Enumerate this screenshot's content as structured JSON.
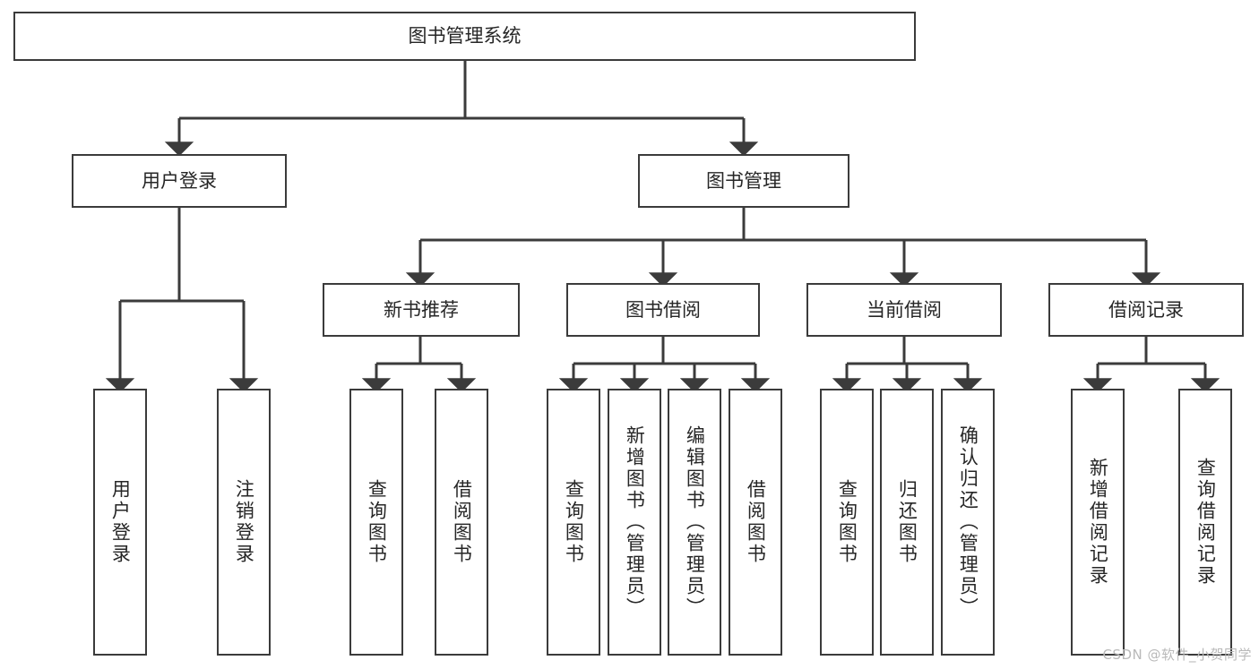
{
  "diagram": {
    "title": "图书管理系统",
    "watermark": "CSDN @软件_小贺同学",
    "colors": {
      "stroke": "#3b3b3b",
      "text": "#262626",
      "background": "#ffffff",
      "watermark": "#b9b9b9"
    },
    "root": {
      "label": "图书管理系统"
    },
    "level2": [
      {
        "label": "用户登录"
      },
      {
        "label": "图书管理"
      }
    ],
    "level3": [
      {
        "label": "新书推荐"
      },
      {
        "label": "图书借阅"
      },
      {
        "label": "当前借阅"
      },
      {
        "label": "借阅记录"
      }
    ],
    "leaves": {
      "user_login": [
        {
          "label": "用户登录"
        },
        {
          "label": "注销登录"
        }
      ],
      "new_book_recommend": [
        {
          "label": "查询图书"
        },
        {
          "label": "借阅图书"
        }
      ],
      "book_borrow": [
        {
          "label": "查询图书"
        },
        {
          "label": "新增图书（管理员）"
        },
        {
          "label": "编辑图书（管理员）"
        },
        {
          "label": "借阅图书"
        }
      ],
      "current_borrow": [
        {
          "label": "查询图书"
        },
        {
          "label": "归还图书"
        },
        {
          "label": "确认归还（管理员）"
        }
      ],
      "borrow_record": [
        {
          "label": "新增借阅记录"
        },
        {
          "label": "查询借阅记录"
        }
      ]
    }
  }
}
